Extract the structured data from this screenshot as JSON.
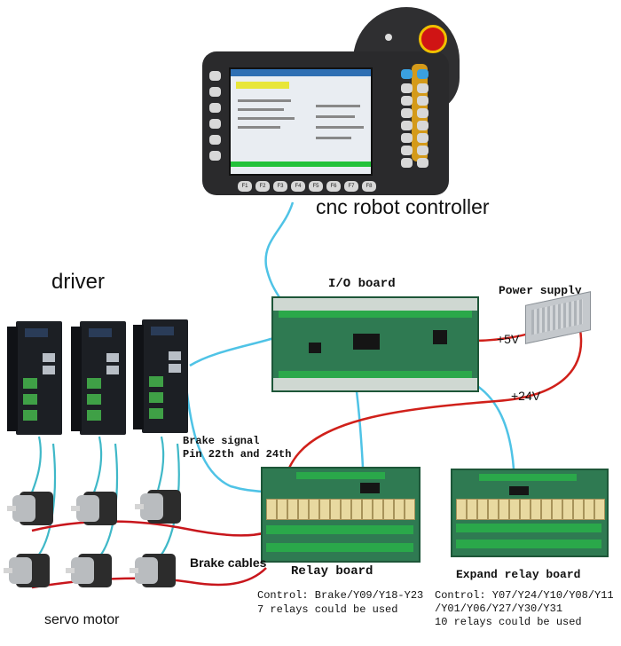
{
  "labels": {
    "controller": "cnc robot controller",
    "driver": "driver",
    "io_board": "I/O board",
    "power_supply": "Power supply",
    "plus5v": "+5V",
    "plus24v": "+24V",
    "brake_signal_line1": "Brake signal",
    "brake_signal_line2": "Pin 22th and 24th",
    "brake_cables": "Brake cables",
    "relay_board": "Relay board",
    "expand_relay_board": "Expand relay board",
    "servo_motor": "servo motor"
  },
  "notes": {
    "relay_control_line1": "Control: Brake/Y09/Y18-Y23",
    "relay_control_line2": "7 relays could be used",
    "expand_control_line1": "Control: Y07/Y24/Y10/Y08/Y11",
    "expand_control_line2": "/Y01/Y06/Y27/Y30/Y31",
    "expand_control_line3": "10 relays could be used"
  },
  "pendant": {
    "function_keys": [
      "F1",
      "F2",
      "F3",
      "F4",
      "F5",
      "F6",
      "F7",
      "F8"
    ]
  },
  "colors": {
    "signal_wire": "#4fc3e6",
    "power_wire": "#d0201a",
    "brake_cable": "#c8161c",
    "motor_cable": "#3fb8c8",
    "pcb": "#2f7a52",
    "estop": "#d01414"
  }
}
